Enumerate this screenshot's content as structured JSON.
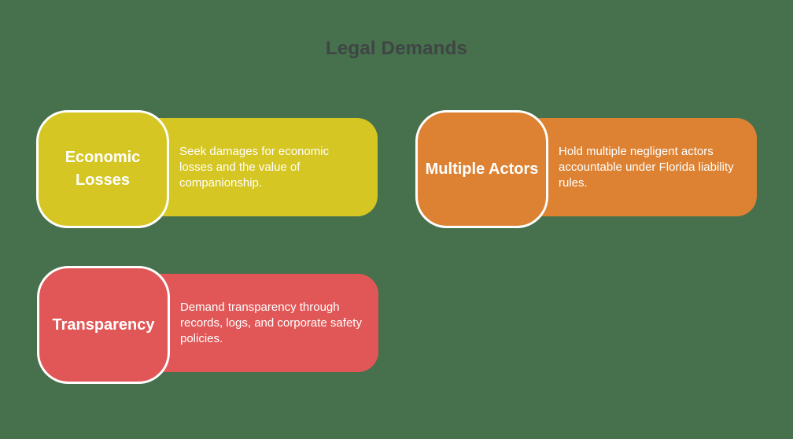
{
  "title": "Legal Demands",
  "palette": {
    "background": "#47704d",
    "title_text": "#3f4545",
    "card_text": "#ffffff",
    "card_border": "#ffffff"
  },
  "cards": [
    {
      "id": "economic-losses",
      "label": "Economic\nLosses",
      "description": "Seek damages for economic losses and the value of companionship.",
      "color": "#d5c623"
    },
    {
      "id": "multiple-actors",
      "label": "Multiple Actors",
      "description": "Hold multiple negligent actors accountable under Florida liability rules.",
      "color": "#dd8233"
    },
    {
      "id": "transparency",
      "label": "Transparency",
      "description": "Demand transparency through records, logs, and corporate safety policies.",
      "color": "#e15757"
    }
  ]
}
